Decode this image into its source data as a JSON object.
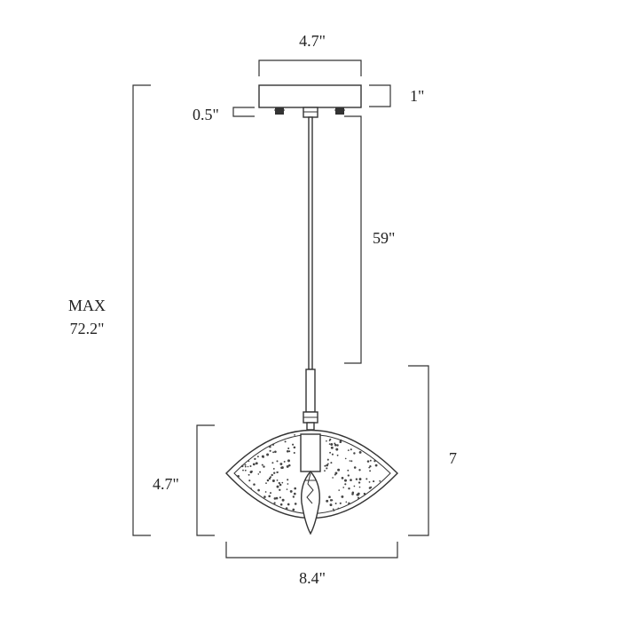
{
  "dimensions": {
    "canopy_width": "4.7\"",
    "canopy_height": "1\"",
    "screw_height": "0.5\"",
    "cord_length": "59\"",
    "max_label": "MAX",
    "max_value": "72.2\"",
    "shade_height_left": "4.7\"",
    "shade_height_right": "7",
    "shade_width": "8.4\""
  },
  "colors": {
    "line": "#333333",
    "dots": "#444444"
  }
}
